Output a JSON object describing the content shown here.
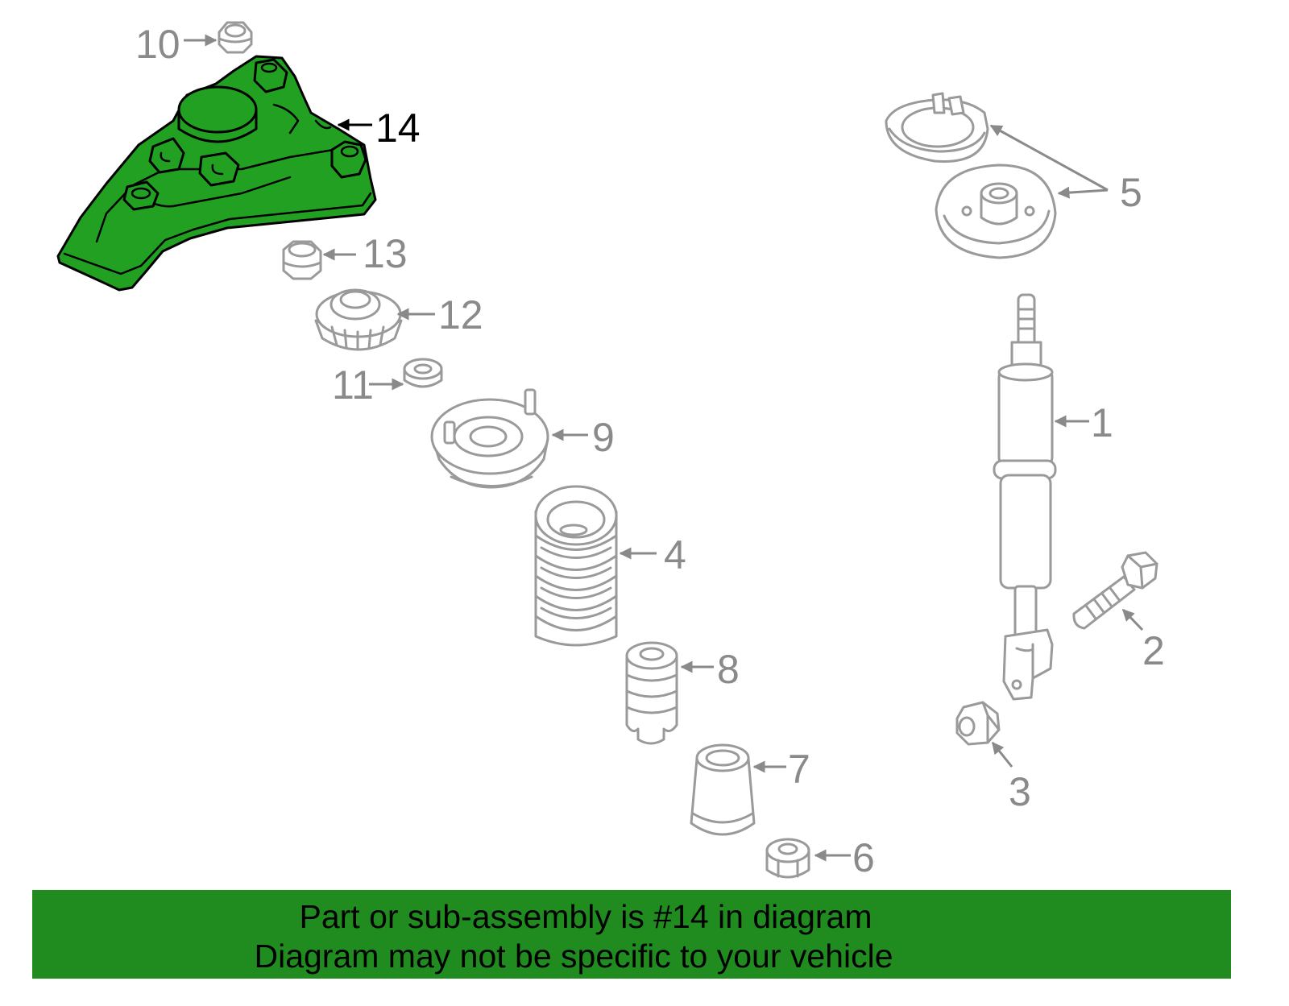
{
  "diagram": {
    "callouts": {
      "c1": "1",
      "c2": "2",
      "c3": "3",
      "c4": "4",
      "c5": "5",
      "c6": "6",
      "c7": "7",
      "c8": "8",
      "c9": "9",
      "c10": "10",
      "c11": "11",
      "c12": "12",
      "c13": "13",
      "c14": "14"
    },
    "highlighted_callout": "14",
    "colors": {
      "highlight_fill": "#22a022",
      "banner": "#208c20",
      "part_line": "#9a9a9a",
      "callout_text": "#8a8a8a",
      "highlight_callout_text": "#000000"
    }
  },
  "banner": {
    "line1": "Part or sub-assembly is #14 in diagram",
    "line2": "Diagram may not be specific to your vehicle"
  }
}
